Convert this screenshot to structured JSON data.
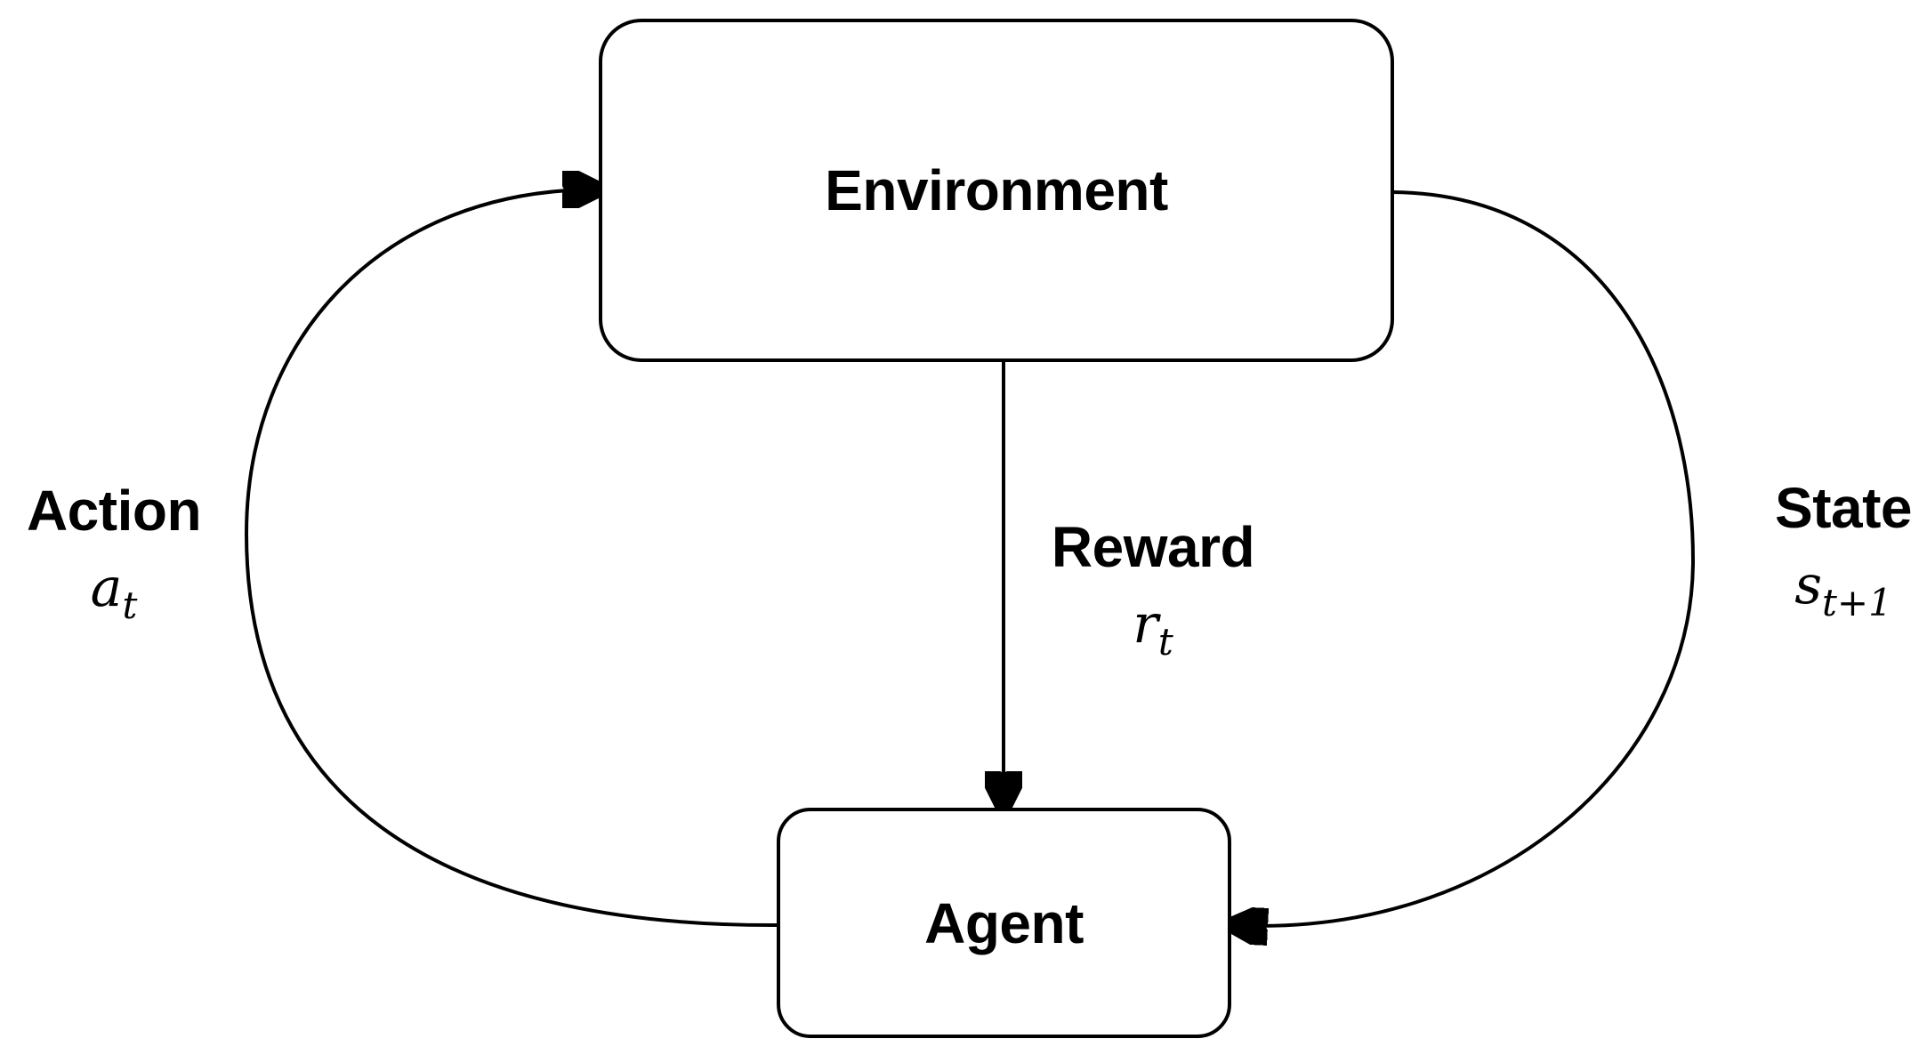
{
  "diagram": {
    "type": "flow-loop",
    "background": "#ffffff",
    "stroke_color": "#000000",
    "text_color": "#000000",
    "nodes": {
      "environment": {
        "label": "Environment"
      },
      "agent": {
        "label": "Agent"
      }
    },
    "edges": {
      "action": {
        "label": "Action",
        "symbol": "a",
        "subscript": "t",
        "from": "agent",
        "to": "environment"
      },
      "reward": {
        "label": "Reward",
        "symbol": "r",
        "subscript": "t",
        "from": "environment",
        "to": "agent"
      },
      "state": {
        "label": "State",
        "symbol": "s",
        "subscript": "t+1",
        "from": "environment",
        "to": "agent"
      }
    }
  }
}
